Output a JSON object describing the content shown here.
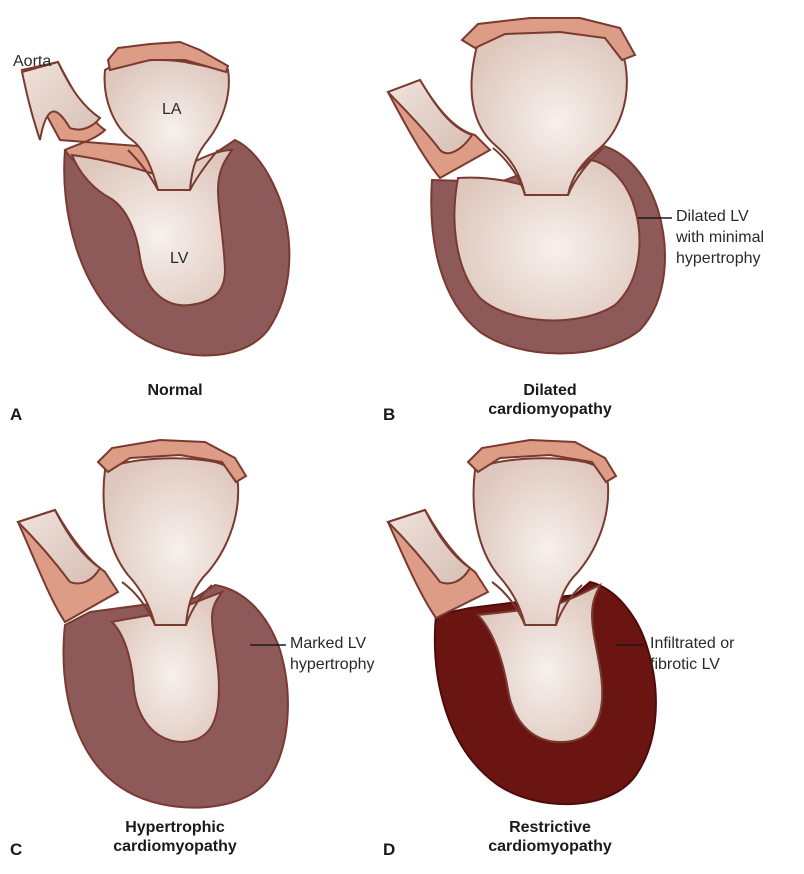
{
  "panels": [
    {
      "letter": "A",
      "title": "Normal",
      "labels": {
        "aorta": "Aorta",
        "la": "LA",
        "lv": "LV"
      },
      "wall_color": "#8e5a59"
    },
    {
      "letter": "B",
      "title_lines": [
        "Dilated",
        "cardiomyopathy"
      ],
      "annotation": [
        "Dilated LV",
        "with minimal",
        "hypertrophy"
      ],
      "wall_color": "#8e5a59"
    },
    {
      "letter": "C",
      "title_lines": [
        "Hypertrophic",
        "cardiomyopathy"
      ],
      "annotation": [
        "Marked LV",
        "hypertrophy"
      ],
      "wall_color": "#8e5a59"
    },
    {
      "letter": "D",
      "title_lines": [
        "Restrictive",
        "cardiomyopathy"
      ],
      "annotation": [
        "Infiltrated or",
        "fibrotic LV"
      ],
      "wall_color": "#6b1512"
    }
  ],
  "colors": {
    "chamber": "#e4d1c9",
    "chamber_highlight": "#f6efec",
    "vessel_wall": "#dd9c86",
    "outline": "#7a3a30",
    "aorta_fill": "#dbc3b8"
  }
}
